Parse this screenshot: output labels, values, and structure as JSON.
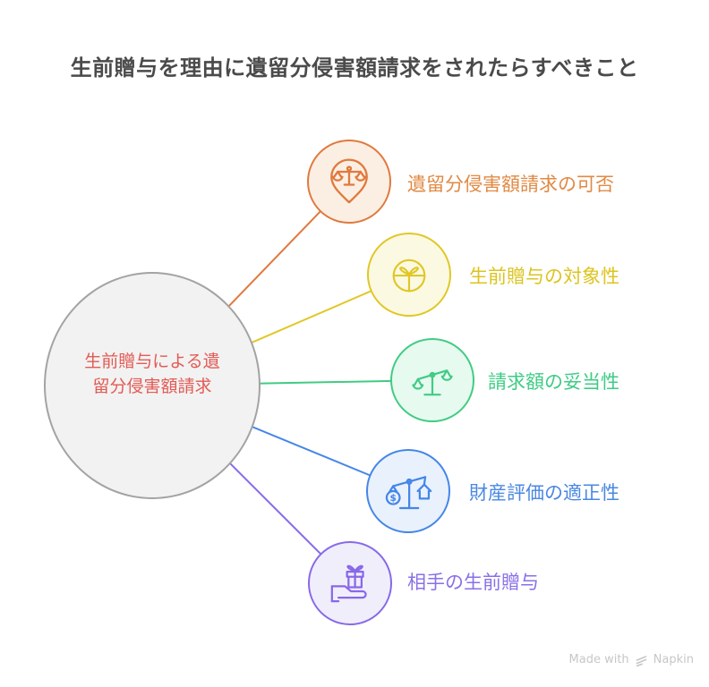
{
  "title": "生前贈与を理由に遺留分侵害額請求をされたらすべきこと",
  "center": {
    "label": "生前贈与による遺留分侵害額請求",
    "fill": "#f2f2f2",
    "border": "#a3a3a3",
    "text_color": "#e25b55"
  },
  "items": [
    {
      "label": "遺留分侵害額請求の可否",
      "icon": "scales-map-pin-icon",
      "color": "#e0793e",
      "fill": "#fbefe3",
      "text_color": "#e08a45"
    },
    {
      "label": "生前贈与の対象性",
      "icon": "round-gift-icon",
      "color": "#e0c726",
      "fill": "#fcf9e2",
      "text_color": "#dcc41f"
    },
    {
      "label": "請求額の妥当性",
      "icon": "balance-scale-icon",
      "color": "#41cb83",
      "fill": "#e6faf0",
      "text_color": "#3ecc85"
    },
    {
      "label": "財産評価の適正性",
      "icon": "money-house-scale-icon",
      "color": "#4486e8",
      "fill": "#e9f1fc",
      "text_color": "#4a87e2"
    },
    {
      "label": "相手の生前贈与",
      "icon": "gift-in-hand-icon",
      "color": "#8769e8",
      "fill": "#f1eefc",
      "text_color": "#8a70e8"
    }
  ],
  "footer": {
    "made_with": "Made with",
    "brand": "Napkin"
  }
}
